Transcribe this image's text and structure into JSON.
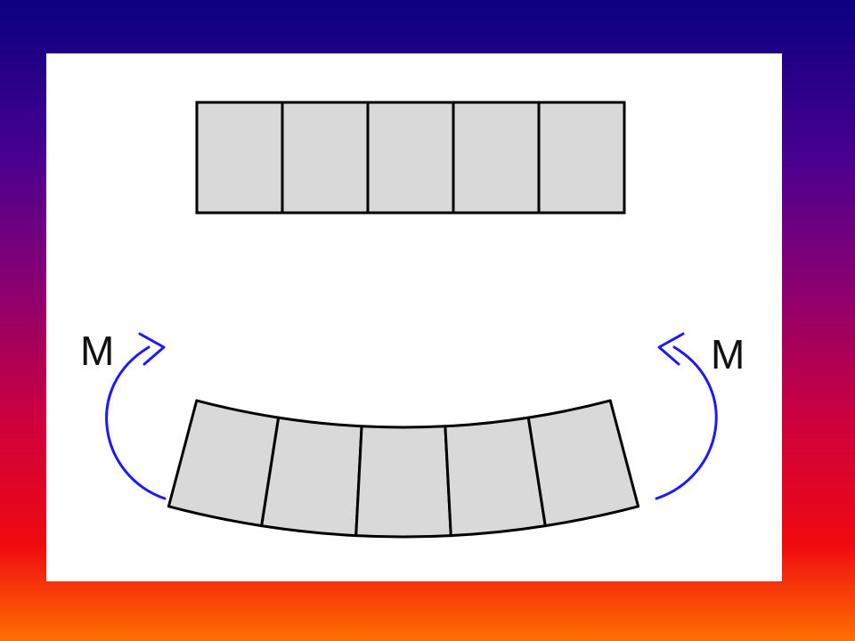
{
  "diagram": {
    "moment_label_left": "M",
    "moment_label_right": "M",
    "segment_count": 5,
    "colors": {
      "segment_fill": "#d9d9d9",
      "outline": "#000000",
      "arrow": "#1a1aff",
      "panel": "#ffffff"
    }
  }
}
